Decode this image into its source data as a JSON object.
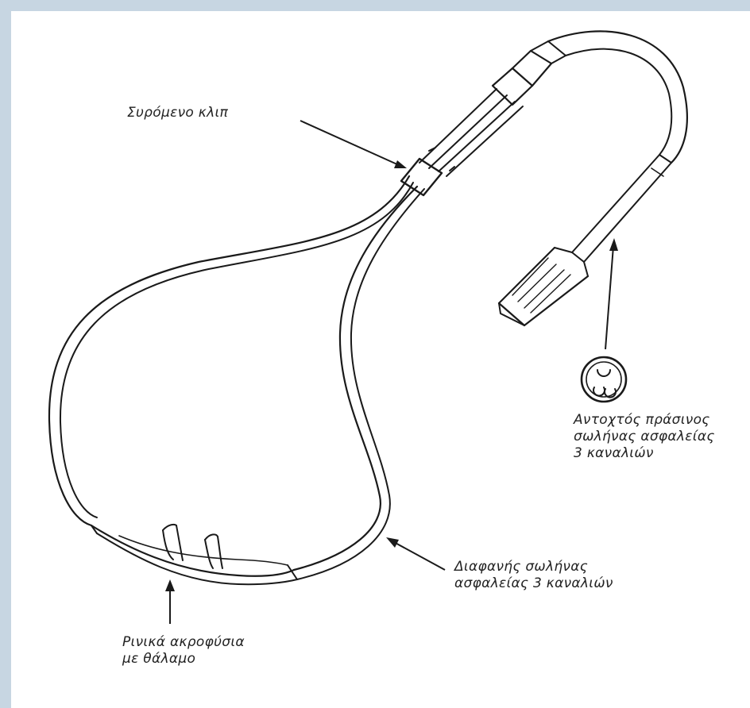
{
  "diagram": {
    "labels": {
      "sliding_clip": [
        "Συρόμενο κλιπ"
      ],
      "green_tubing": [
        "Αντοχτός πράσινος",
        "σωλήνας ασφαλείας",
        "3 καναλιών"
      ],
      "clear_tubing": [
        "Διαφανής σωλήνας",
        "ασφαλείας 3 καναλιών"
      ],
      "nasal_prongs": [
        "Ρινικά ακροφύσια",
        "με θάλαμο"
      ]
    },
    "colors": {
      "line": "#1a1a1a",
      "background": "#ffffff",
      "border": "#c7d6e2"
    }
  }
}
